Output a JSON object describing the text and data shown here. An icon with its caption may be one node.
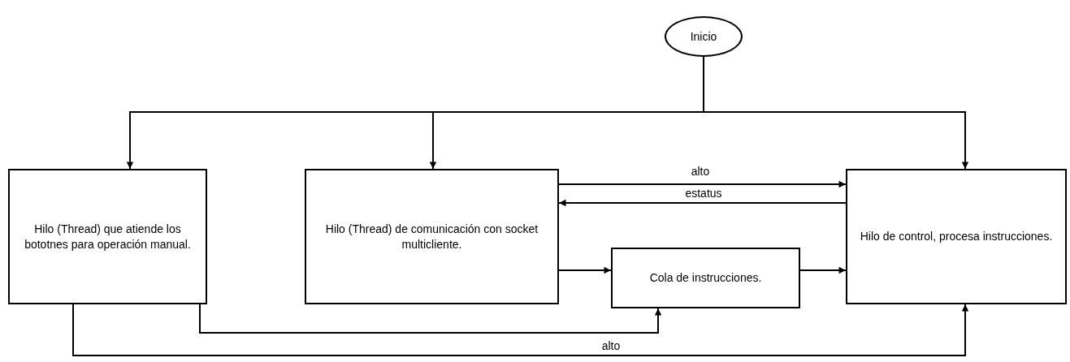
{
  "diagram": {
    "nodes": [
      {
        "text": [
          "Inicio"
        ]
      },
      {
        "text": [
          "Hilo (Thread) que atiende los bototnes para operación manual."
        ]
      },
      {
        "text": [
          "Hilo (Thread) de comunicación con socket multicliente."
        ]
      },
      {
        "text": [
          "Cola de instrucciones."
        ]
      },
      {
        "text": [
          "Hilo de control, procesa instrucciones."
        ]
      }
    ],
    "edges": [
      {
        "from": 0,
        "to": 1,
        "arrow": "to"
      },
      {
        "from": 0,
        "to": 2,
        "arrow": "to"
      },
      {
        "from": 0,
        "to": 4,
        "arrow": "to"
      },
      {
        "from": 2,
        "to": 4,
        "arrow": "to",
        "label": "alto"
      },
      {
        "from": 4,
        "to": 2,
        "arrow": "to",
        "label": "estatus"
      },
      {
        "from": 2,
        "to": 3,
        "arrow": "to"
      },
      {
        "from": 3,
        "to": 4,
        "arrow": "to"
      },
      {
        "from": 1,
        "to": 3,
        "arrow": "to"
      },
      {
        "from": 1,
        "to": 4,
        "arrow": "to",
        "label": "alto"
      }
    ]
  }
}
